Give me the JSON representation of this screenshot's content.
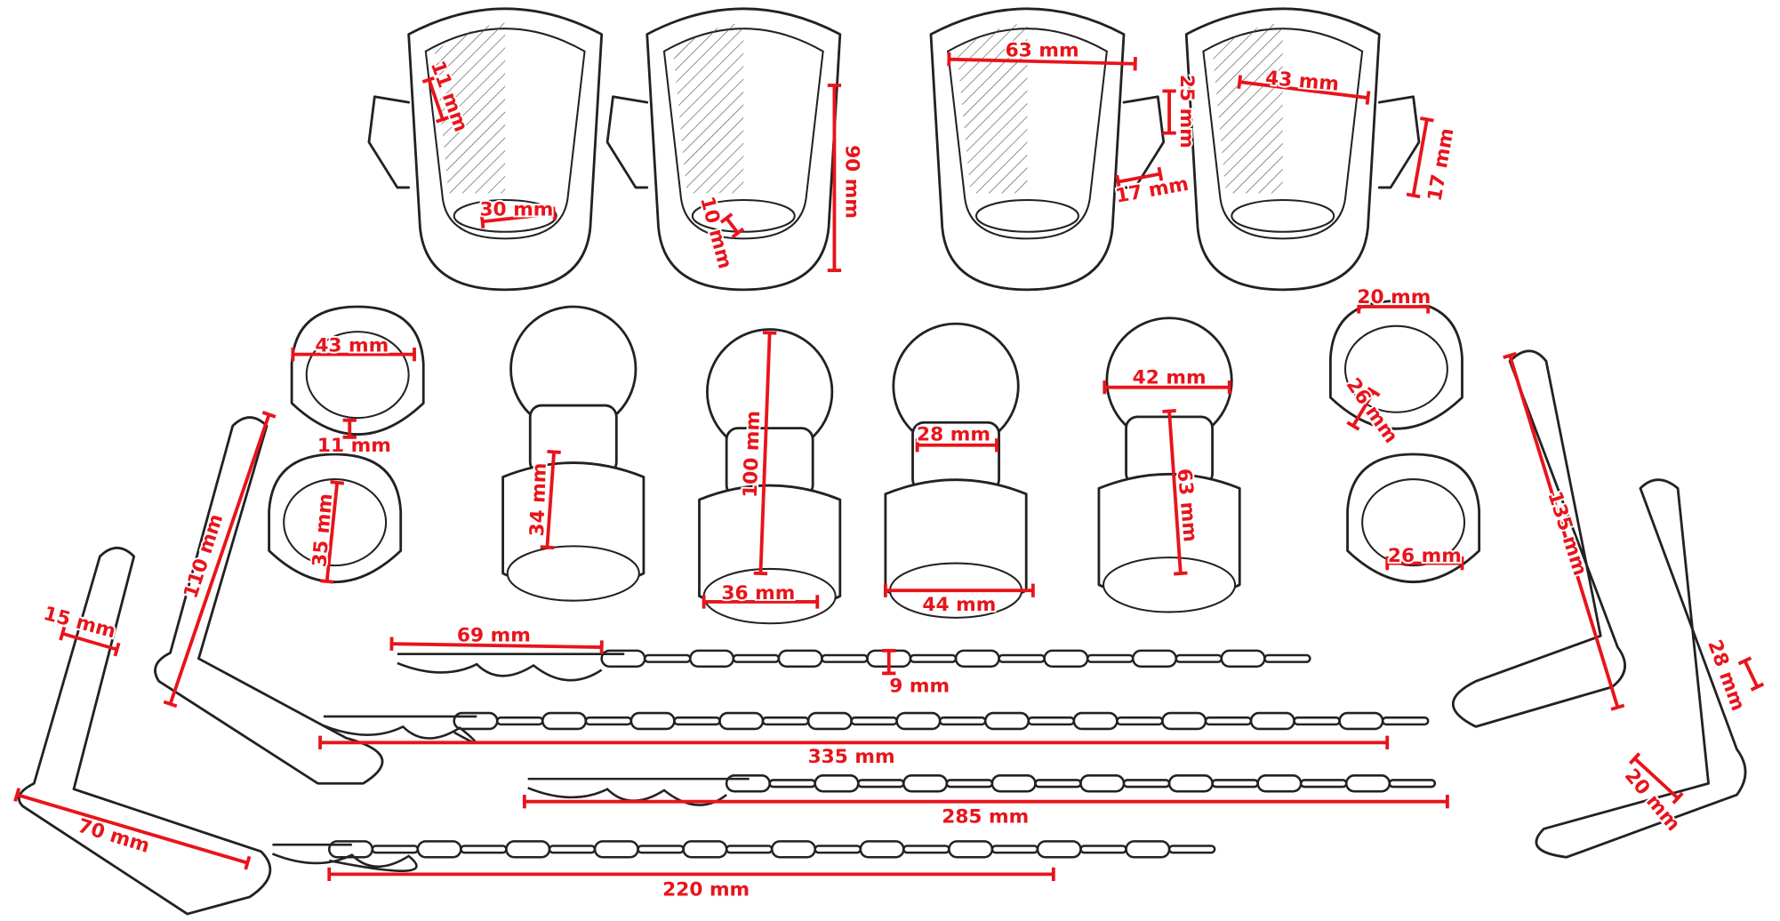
{
  "diagram": {
    "title": "Hardware parts with dimensions",
    "accent_color": "#e8141b",
    "line_color": "#222222",
    "dimensions": [
      "11 mm",
      "30 mm",
      "10 mm",
      "90 mm",
      "63 mm",
      "25 mm",
      "17 mm",
      "43 mm",
      "17 mm",
      "43 mm",
      "11 mm",
      "35 mm",
      "34 mm",
      "100 mm",
      "36 mm",
      "28 mm",
      "44 mm",
      "42 mm",
      "63 mm",
      "20 mm",
      "26 mm",
      "26 mm",
      "110 mm",
      "135 mm",
      "15 mm",
      "28 mm",
      "69 mm",
      "9 mm",
      "335 mm",
      "20 mm",
      "285 mm",
      "70 mm",
      "220 mm"
    ]
  }
}
